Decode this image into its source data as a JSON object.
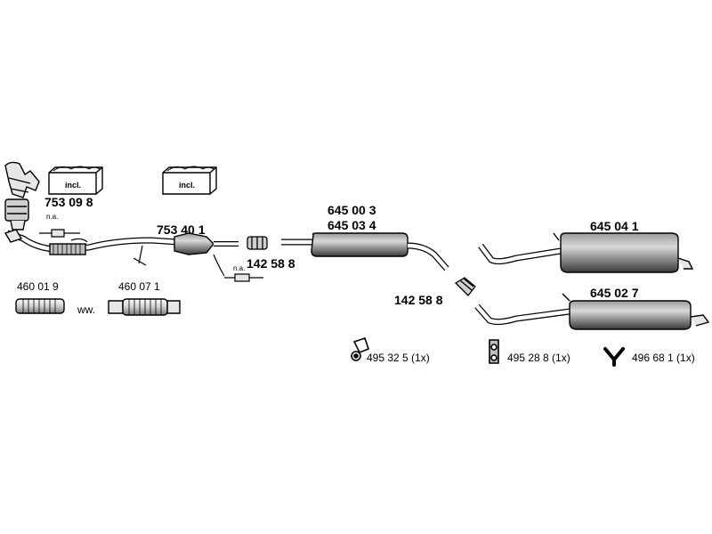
{
  "parts": {
    "manifold_cat": "753 09 8",
    "front_pipe_cat": "753 40 1",
    "clamp_1": "142 58 8",
    "clamp_2": "142 58 8",
    "middle_silencer_a": "645 00 3",
    "middle_silencer_b": "645 03 4",
    "rear_silencer_a": "645 04 1",
    "rear_silencer_b": "645 02 7",
    "flex_pipe_1": "460 01 9",
    "flex_pipe_2": "460 07 1",
    "mount_1": "495 32 5 (1x)",
    "mount_2": "495 28 8 (1x)",
    "mount_3": "496 68 1 (1x)"
  },
  "notes": {
    "incl_1": "incl.",
    "incl_2": "incl.",
    "na_1": "n.a.",
    "na_2": "n.a.",
    "ww": "ww."
  },
  "colors": {
    "ink": "#000000",
    "fill_light": "#e6e6e6",
    "fill_mid": "#bdbdbd",
    "fill_dark": "#7a7a7a"
  }
}
